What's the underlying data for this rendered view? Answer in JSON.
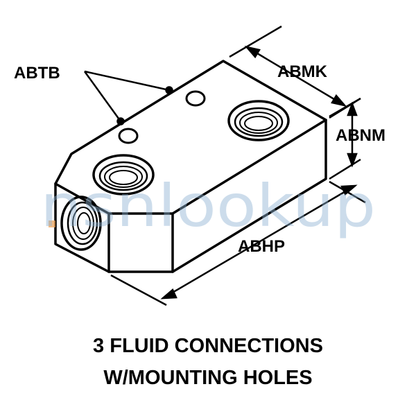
{
  "labels": {
    "holes": "ABTB",
    "width": "ABMK",
    "height": "ABNM",
    "length": "ABHP"
  },
  "caption": {
    "line1": "3 FLUID CONNECTIONS",
    "line2": "W/MOUNTING HOLES"
  },
  "watermark": "nsnlookup",
  "colors": {
    "line": "#000000",
    "background": "#ffffff",
    "watermark": "#8fb3d3",
    "watermark_accent": "#f0a050"
  }
}
